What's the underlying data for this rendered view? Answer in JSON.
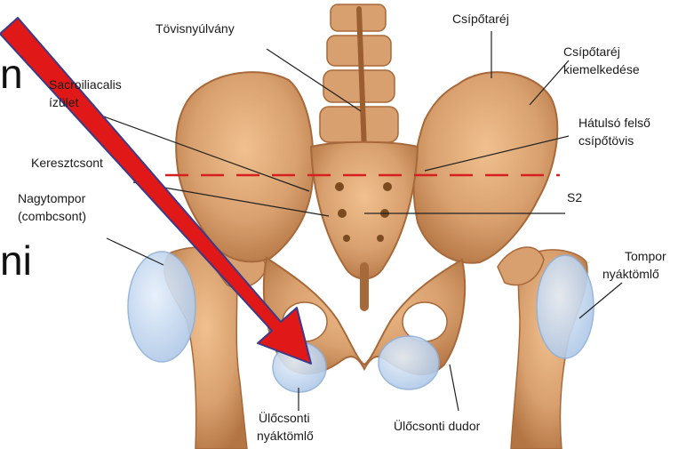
{
  "labels": {
    "spinous_process": "Tövisnyúlvány",
    "iliac_crest": "Csípőtaréj",
    "iliac_crest_prominence_1": "Csípőtaréj",
    "iliac_crest_prominence_2": "kiemelkedése",
    "sacroiliac_1": "Sacroiliacalis",
    "sacroiliac_2": "ízület",
    "psis_1": "Hátulsó felső",
    "psis_2": "csípőtövis",
    "sacrum": "Keresztcsont",
    "greater_trochanter_1": "Nagytompor",
    "greater_trochanter_2": "(combcsont)",
    "s2": "S2",
    "trochanteric_bursa_1": "Tompor",
    "trochanteric_bursa_2": "nyáktömlő",
    "ischial_bursa_1": "Ülőcsonti",
    "ischial_bursa_2": "nyáktömlő",
    "ischial_tuberosity": "Ülőcsonti dudor"
  },
  "cropped_text": {
    "fragment_top": "n",
    "fragment_bottom": "ni"
  },
  "colors": {
    "bone": "#d8a06e",
    "bone_shadow": "#b97a45",
    "bursa": "#bcd3ee",
    "marker_dash": "#d62020",
    "arrow": "#e01818",
    "leader_line": "#222222"
  }
}
